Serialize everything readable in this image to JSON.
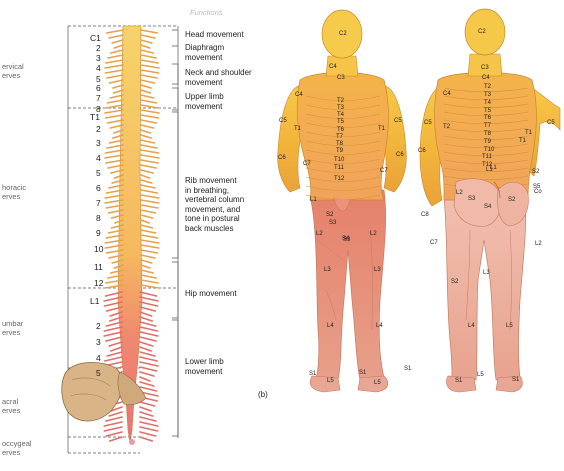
{
  "header_faded": "Functions",
  "panel_label": "(b)",
  "regions": [
    {
      "text": "Cervical\nnerves",
      "lines": [
        "ervical",
        "erves"
      ]
    },
    {
      "text": "Thoracic\nnerves",
      "lines": [
        "horacic",
        "erves"
      ]
    },
    {
      "text": "Lumbar\nnerves",
      "lines": [
        "umbar",
        "erves"
      ]
    },
    {
      "text": "Sacral\nnerves",
      "lines": [
        "acral",
        "erves"
      ]
    },
    {
      "text": "Coccygeal\nnerves",
      "lines": [
        "occygeal",
        "erves"
      ]
    }
  ],
  "segments": [
    "C1",
    "2",
    "3",
    "4",
    "5",
    "6",
    "7",
    "8",
    "T1",
    "2",
    "3",
    "4",
    "5",
    "6",
    "7",
    "8",
    "9",
    "10",
    "11",
    "12",
    "L1",
    "2",
    "3",
    "4",
    "5"
  ],
  "functions": [
    {
      "lines": [
        "Head movement"
      ]
    },
    {
      "lines": [
        "Diaphragm",
        "movement"
      ]
    },
    {
      "lines": [
        "Neck and shoulder",
        "movement"
      ]
    },
    {
      "lines": [
        "Upper limb",
        "movement"
      ]
    },
    {
      "lines": [
        "Rib movement",
        "in breathing,",
        "vertebral column",
        "movement, and",
        "tone in postural",
        "back muscles"
      ]
    },
    {
      "lines": [
        "Hip movement"
      ]
    },
    {
      "lines": [
        "Lower limb",
        "movement"
      ]
    }
  ],
  "front_labels": [
    "C2",
    "C3",
    "C4",
    "C4",
    "T2",
    "T3",
    "T4",
    "T5",
    "T6",
    "T7",
    "T8",
    "T9",
    "T10",
    "T11",
    "T12",
    "C5",
    "C5",
    "T1",
    "T1",
    "C6",
    "C6",
    "C7",
    "C7",
    "L1",
    "S2",
    "S3",
    "S4",
    "L2",
    "L2",
    "S3",
    "L3",
    "L3",
    "L4",
    "L4",
    "L5",
    "L5",
    "S1",
    "S1",
    "S1"
  ],
  "back_labels": [
    "C2",
    "C3",
    "C4",
    "C4",
    "T2",
    "T3",
    "T4",
    "T5",
    "T6",
    "T7",
    "T8",
    "T9",
    "T10",
    "T11",
    "T12",
    "L1",
    "C5",
    "C5",
    "T2",
    "T1",
    "T1",
    "C6",
    "C8",
    "C7",
    "L2",
    "S3",
    "S4",
    "S2",
    "S5",
    "Co",
    "L1",
    "S2",
    "L3",
    "L2",
    "S2",
    "L4",
    "L5",
    "S1",
    "L5",
    "S1"
  ]
}
